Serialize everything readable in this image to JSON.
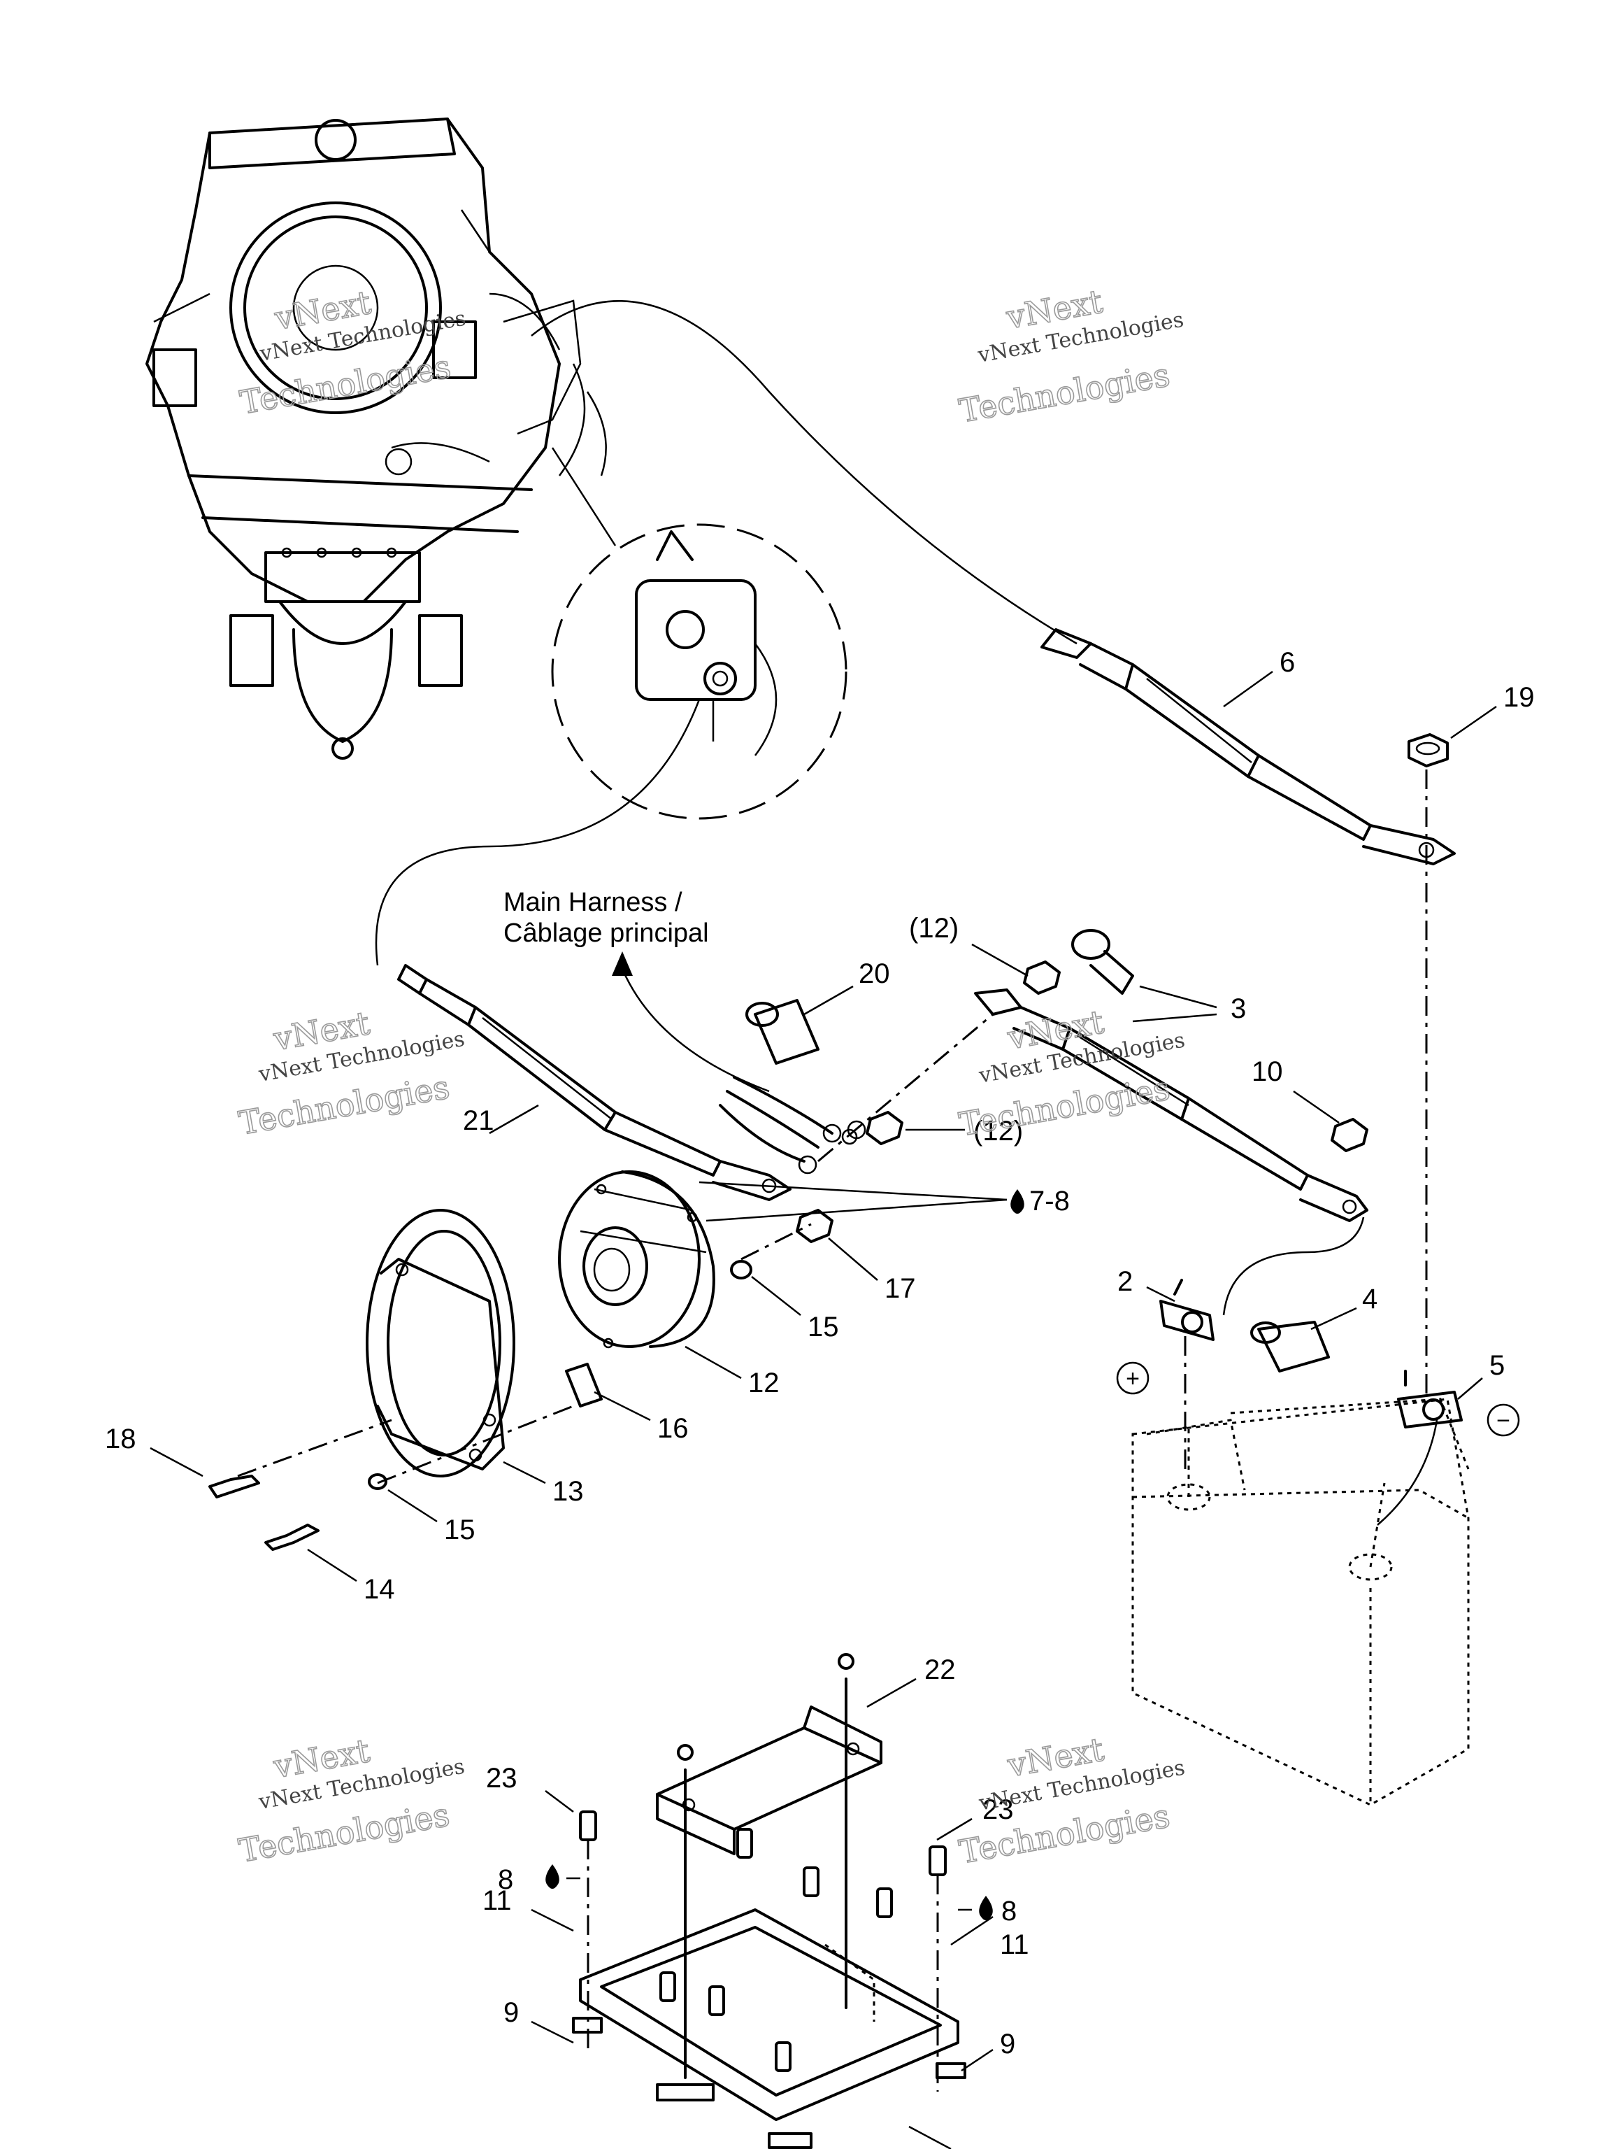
{
  "diagram": {
    "caption_line1": "Main Harness /",
    "caption_line2": "Câblage principal",
    "watermark_line1": "vNext Technologies",
    "watermark_line2": "Technologies",
    "watermark_sub": "vNext",
    "polarity_positive": "+",
    "polarity_negative": "−",
    "callouts": [
      {
        "id": "c6",
        "label": "6"
      },
      {
        "id": "c19",
        "label": "19"
      },
      {
        "id": "c12a",
        "label": "(12)"
      },
      {
        "id": "c3",
        "label": "3"
      },
      {
        "id": "c20",
        "label": "20"
      },
      {
        "id": "c10",
        "label": "10"
      },
      {
        "id": "c21",
        "label": "21"
      },
      {
        "id": "c12b",
        "label": "(12)"
      },
      {
        "id": "c78",
        "label": "7-8"
      },
      {
        "id": "c2",
        "label": "2"
      },
      {
        "id": "c4",
        "label": "4"
      },
      {
        "id": "c17",
        "label": "17"
      },
      {
        "id": "c5",
        "label": "5"
      },
      {
        "id": "c15a",
        "label": "15"
      },
      {
        "id": "c12c",
        "label": "12"
      },
      {
        "id": "c16",
        "label": "16"
      },
      {
        "id": "c18",
        "label": "18"
      },
      {
        "id": "c13",
        "label": "13"
      },
      {
        "id": "c15b",
        "label": "15"
      },
      {
        "id": "c14",
        "label": "14"
      },
      {
        "id": "c22",
        "label": "22"
      },
      {
        "id": "c23a",
        "label": "23"
      },
      {
        "id": "c8a",
        "label": "8"
      },
      {
        "id": "c23b",
        "label": "23"
      },
      {
        "id": "c8b",
        "label": "8"
      },
      {
        "id": "c11a",
        "label": "11"
      },
      {
        "id": "c11b",
        "label": "11"
      },
      {
        "id": "c9a",
        "label": "9"
      },
      {
        "id": "c9b",
        "label": "9"
      }
    ]
  }
}
